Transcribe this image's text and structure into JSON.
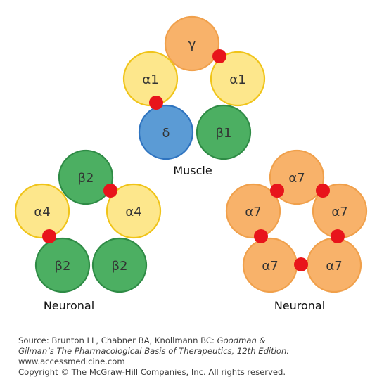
{
  "colors": {
    "yellow_fill": "#fde78c",
    "yellow_stroke": "#f0c419",
    "orange_fill": "#f8b26a",
    "orange_stroke": "#f0a04b",
    "blue_fill": "#5b9bd5",
    "blue_stroke": "#2f74c0",
    "green_fill": "#4caf62",
    "green_stroke": "#2e8b45",
    "binding_site": "#e8141b"
  },
  "receptors": [
    {
      "label": "Muscle",
      "subunits": [
        {
          "text": "γ",
          "color": "orange"
        },
        {
          "text": "α1",
          "color": "yellow"
        },
        {
          "text": "β1",
          "color": "green"
        },
        {
          "text": "δ",
          "color": "blue"
        },
        {
          "text": "α1",
          "color": "yellow"
        }
      ]
    },
    {
      "label": "Neuronal",
      "subunits": [
        {
          "text": "β2",
          "color": "green"
        },
        {
          "text": "α4",
          "color": "yellow"
        },
        {
          "text": "β2",
          "color": "green"
        },
        {
          "text": "β2",
          "color": "green"
        },
        {
          "text": "α4",
          "color": "yellow"
        }
      ]
    },
    {
      "label": "Neuronal",
      "subunits": [
        {
          "text": "α7",
          "color": "orange"
        },
        {
          "text": "α7",
          "color": "orange"
        },
        {
          "text": "α7",
          "color": "orange"
        },
        {
          "text": "α7",
          "color": "orange"
        },
        {
          "text": "α7",
          "color": "orange"
        }
      ]
    }
  ],
  "footer": {
    "source_prefix": "Source: Brunton LL, Chabner BA, Knollmann BC: ",
    "book_title_1": "Goodman &",
    "book_title_2": "Gilman’s The Pharmacological Basis of Therapeutics, 12th Edition:",
    "url": "www.accessmedicine.com",
    "copyright": "Copyright © The McGraw-Hill Companies, Inc. All rights reserved."
  }
}
